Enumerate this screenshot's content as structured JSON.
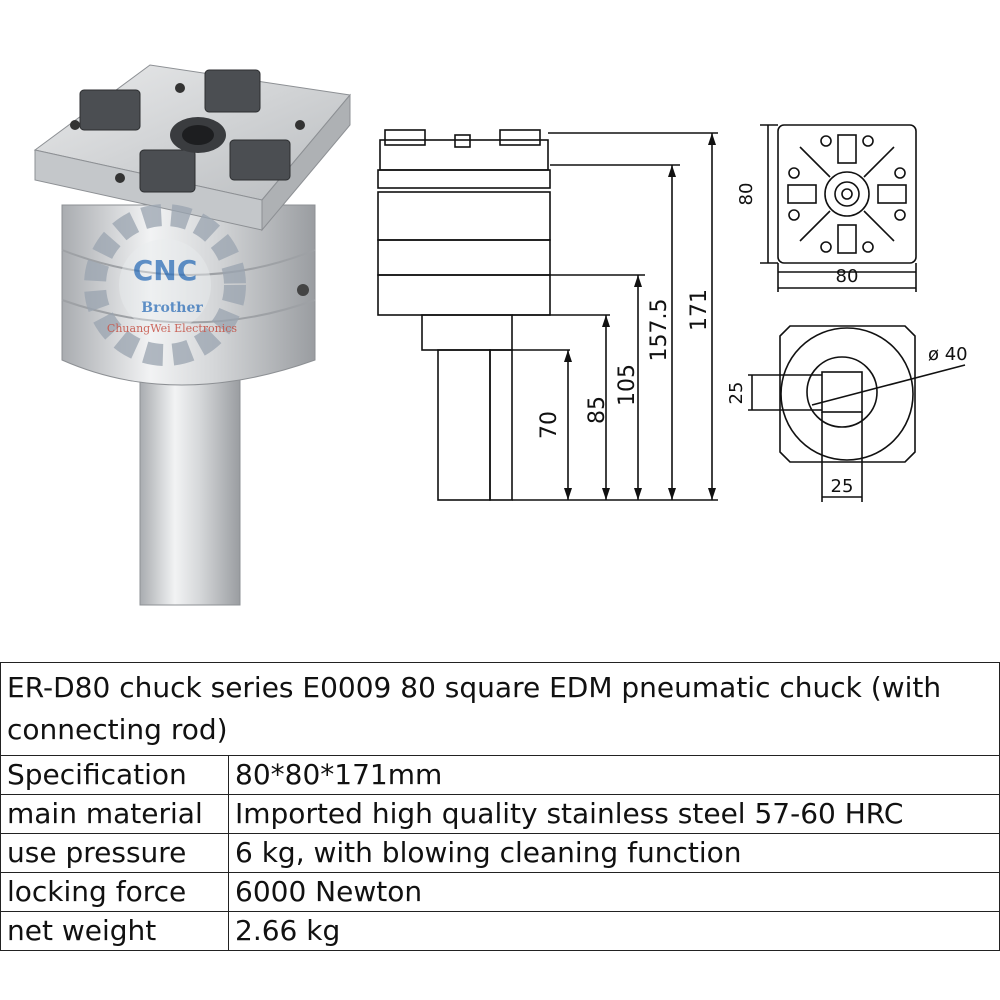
{
  "watermark": {
    "brand": "CNC",
    "name": "Brother",
    "company": "ChuangWei Electronics"
  },
  "drawing": {
    "dims_side": [
      "70",
      "85",
      "105",
      "157.5",
      "171"
    ],
    "dims_top": {
      "height": "80",
      "width": "80"
    },
    "dims_bottom": {
      "diameter": "ø 40",
      "vertical": "25",
      "horizontal": "25"
    }
  },
  "spec": {
    "title": "ER-D80 chuck series E0009 80 square EDM pneumatic chuck (with connecting rod)",
    "rows": [
      {
        "label": "Specification",
        "value": "80*80*171mm"
      },
      {
        "label": "main material",
        "value": "Imported high quality stainless steel 57-60 HRC"
      },
      {
        "label": "use pressure",
        "value": "6 kg, with blowing cleaning function"
      },
      {
        "label": "locking force",
        "value": "6000 Newton"
      },
      {
        "label": "net weight",
        "value": "2.66 kg"
      }
    ]
  }
}
